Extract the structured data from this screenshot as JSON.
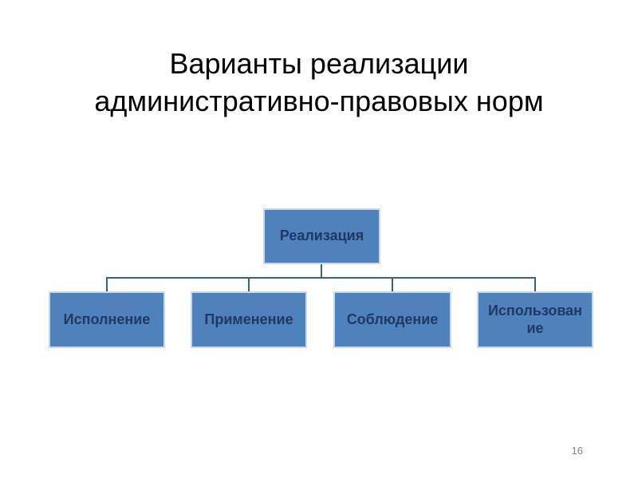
{
  "slide": {
    "title": "Варианты реализации\nадминистративно-правовых норм",
    "page_number": "16",
    "background_color": "#ffffff",
    "title_color": "#000000",
    "page_number_color": "#808080"
  },
  "diagram": {
    "type": "hierarchy",
    "root": {
      "label": "Реализация"
    },
    "children": [
      {
        "label": "Исполнение"
      },
      {
        "label": "Применение"
      },
      {
        "label": "Соблюдение"
      },
      {
        "label": "Использован\nие"
      }
    ],
    "colors": {
      "box_fill": "#4f81bd",
      "box_border": "#c6d8ec",
      "box_text": "#1f3864",
      "connector_line": "#35618f"
    }
  }
}
